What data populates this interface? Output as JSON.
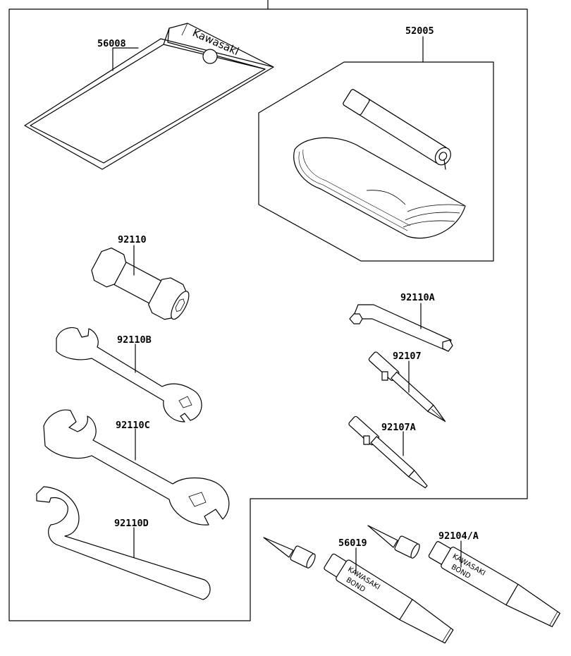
{
  "diagram": {
    "parts": [
      {
        "id": "tool-pouch",
        "number": "56008",
        "brand_text": "Kawasaki"
      },
      {
        "id": "tire-repair-kit",
        "number": "52005"
      },
      {
        "id": "spark-plug-wrench",
        "number": "92110"
      },
      {
        "id": "hex-key",
        "number": "92110A"
      },
      {
        "id": "wrench-small",
        "number": "92110B"
      },
      {
        "id": "screwdriver-phillips",
        "number": "92107"
      },
      {
        "id": "wrench-large",
        "number": "92110C"
      },
      {
        "id": "screwdriver-flat",
        "number": "92107A"
      },
      {
        "id": "hook-wrench",
        "number": "92110D"
      },
      {
        "id": "bond-tube-1",
        "number": "56019",
        "brand_text": "KAWASAKI",
        "product_text": "BOND"
      },
      {
        "id": "bond-tube-2",
        "number": "92104/A",
        "brand_text": "KAWASAKI",
        "product_text": "BOND"
      }
    ]
  }
}
